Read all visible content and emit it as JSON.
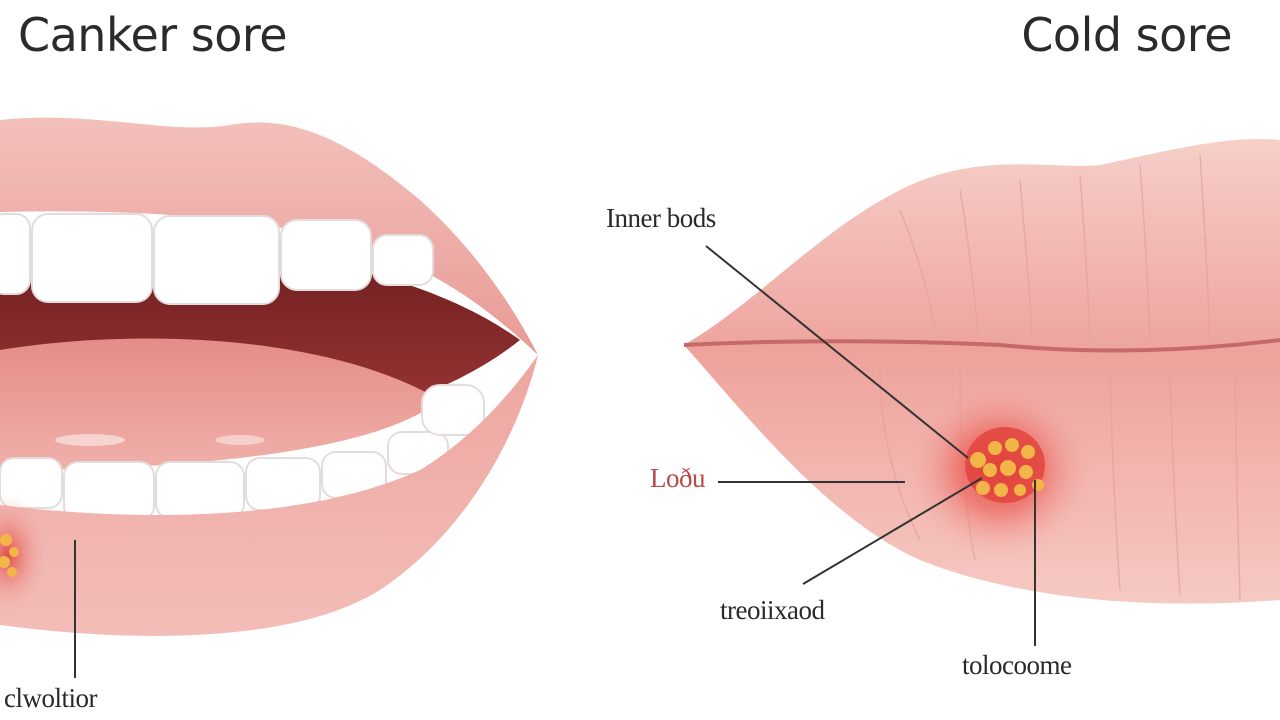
{
  "titles": {
    "canker": "Canker sore",
    "cold": "Cold sore"
  },
  "labels": {
    "inner": "Inner bods",
    "loss": "Loðu",
    "treated": "treoiixaod",
    "bottom_right": "tolocoome",
    "bottom_left": "clwoltior"
  },
  "colors": {
    "lip": "#f2b3ac",
    "lip_dark": "#d77c79",
    "mouth_inner": "#8c2c2c",
    "tongue": "#e79b96",
    "teeth": "#ffffff",
    "sore_red": "#e2413b",
    "sore_yellow": "#f2b548",
    "label_red": "#b84a4a"
  }
}
